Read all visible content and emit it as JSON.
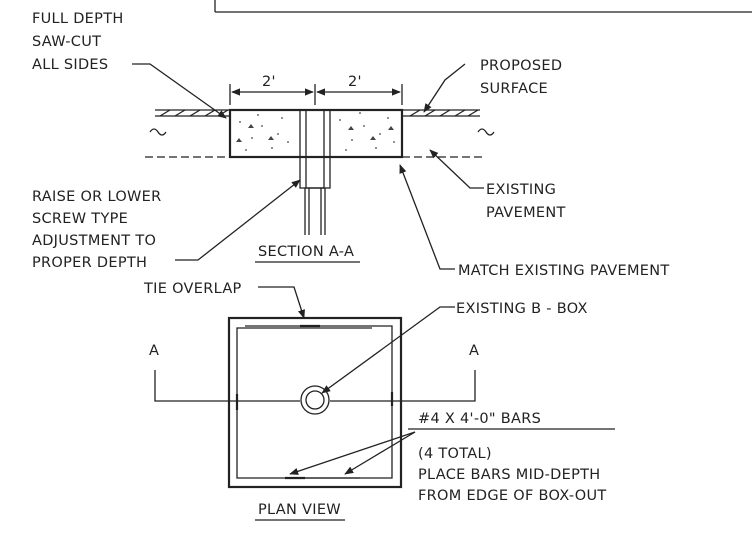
{
  "labels": {
    "full_depth_1": "FULL DEPTH",
    "full_depth_2": "SAW-CUT",
    "full_depth_3": "ALL SIDES",
    "proposed_1": "PROPOSED",
    "proposed_2": "SURFACE",
    "dim_left": "2'",
    "dim_right": "2'",
    "raise_1": "RAISE OR LOWER",
    "raise_2": "SCREW TYPE",
    "raise_3": "ADJUSTMENT TO",
    "raise_4": "PROPER DEPTH",
    "existing_1": "EXISTING",
    "existing_2": "PAVEMENT",
    "section_title": "SECTION A-A",
    "match_existing": "MATCH EXISTING PAVEMENT",
    "tie_overlap": "TIE OVERLAP",
    "existing_bbox": "EXISTING B - BOX",
    "section_mark_left": "A",
    "section_mark_right": "A",
    "bars_1": "#4 X 4'-0\" BARS",
    "bars_2": "(4 TOTAL)",
    "bars_3": "PLACE BARS MID-DEPTH",
    "bars_4": "FROM EDGE OF BOX-OUT",
    "plan_title": "PLAN VIEW"
  }
}
